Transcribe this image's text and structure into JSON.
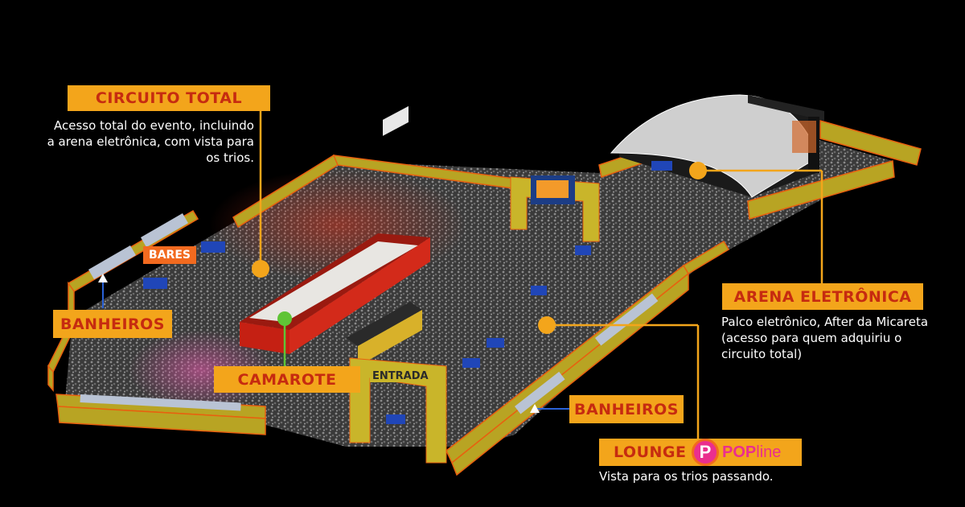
{
  "labels": {
    "circuito_total": "CIRCUITO TOTAL",
    "circuito_total_desc": [
      "Acesso total do evento, incluindo",
      "a arena eletrônica, com vista para",
      "os trios."
    ],
    "arena_eletronica": "ARENA ELETRÔNICA",
    "arena_eletronica_desc": [
      "Palco eletrônico, After da Micareta",
      "(acesso para quem adquiriu o",
      "circuito total)"
    ],
    "banheiros_left": "BANHEIROS",
    "banheiros_right": "BANHEIROS",
    "camarote": "CAMAROTE",
    "lounge": "LOUNGE",
    "lounge_desc": "Vista para os trios passando.",
    "bares": "BARES",
    "entrada": "ENTRADA",
    "pop_letter": "P",
    "pop_bold": "POP",
    "pop_light": "line"
  },
  "colors": {
    "tag_bg": "#f3a51b",
    "tag_text": "#c62b10",
    "marker_orange": "#f3a51b",
    "marker_green": "#5fc436",
    "wall_yellow": "#c9b52a",
    "stage_red": "#d32a1a",
    "pop_pink": "#ea2f8e"
  }
}
